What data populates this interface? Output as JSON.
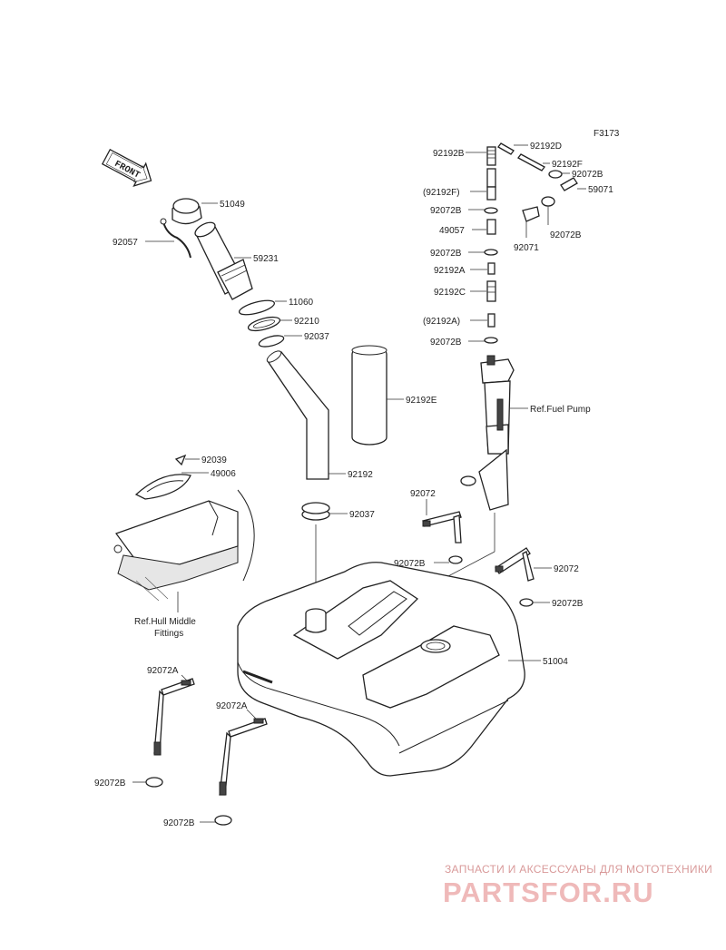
{
  "code": "F3173",
  "front_label": "FRONT",
  "parts": {
    "p51049": "51049",
    "p92057": "92057",
    "p59231": "59231",
    "p11060": "11060",
    "p92210": "92210",
    "p92037a": "92037",
    "p92192E": "92192E",
    "p92192": "92192",
    "p92037b": "92037",
    "p92039": "92039",
    "p49006": "49006",
    "ref_hull_1": "Ref.Hull Middle",
    "ref_hull_2": "Fittings",
    "p92192B_top": "92192B",
    "p92192D": "92192D",
    "p92192F": "92192F",
    "p92072B_r1": "92072B",
    "p59071": "59071",
    "p92192F_paren": "(92192F)",
    "p92072B_l1": "92072B",
    "p49057": "49057",
    "p92072B_r2": "92072B",
    "p92071": "92071",
    "p92072B_l2": "92072B",
    "p92192A": "92192A",
    "p92192C": "92192C",
    "p92192A_paren": "(92192A)",
    "p92072B_l3": "92072B",
    "ref_fuel_pump": "Ref.Fuel Pump",
    "p92072_a": "92072",
    "p92072B_mid": "92072B",
    "p92072_b": "92072",
    "p92072B_right": "92072B",
    "p51004": "51004",
    "p92072A_1": "92072A",
    "p92072A_2": "92072A",
    "p92072B_ll1": "92072B",
    "p92072B_ll2": "92072B"
  },
  "watermark": {
    "tagline": "ЗАПЧАСТИ И АКСЕССУАРЫ ДЛЯ МОТОТЕХНИКИ",
    "logo": "PARTSFOR.RU"
  }
}
